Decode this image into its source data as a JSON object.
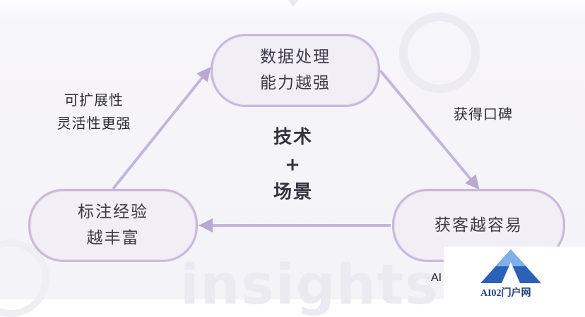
{
  "nodes": {
    "top": {
      "line1": "数据处理",
      "line2": "能力越强"
    },
    "left": {
      "line1": "标注经验",
      "line2": "越丰富"
    },
    "right": {
      "line1": "获客越容易"
    }
  },
  "edge_labels": {
    "left": {
      "line1": "可扩展性",
      "line2": "灵活性更强"
    },
    "right": "获得口碑"
  },
  "center": {
    "line1": "技术",
    "line2": "+",
    "line3": "场景"
  },
  "watermark": "insights",
  "partial_caption": "AI",
  "logo": {
    "text": "AI02门户网",
    "icon": "triangle-logo-icon"
  },
  "colors": {
    "node_fill": "#f1eef6",
    "node_border": "#c9b9d9",
    "arrow": "#c4b6d8",
    "logo_blue": "#2a62b8"
  }
}
